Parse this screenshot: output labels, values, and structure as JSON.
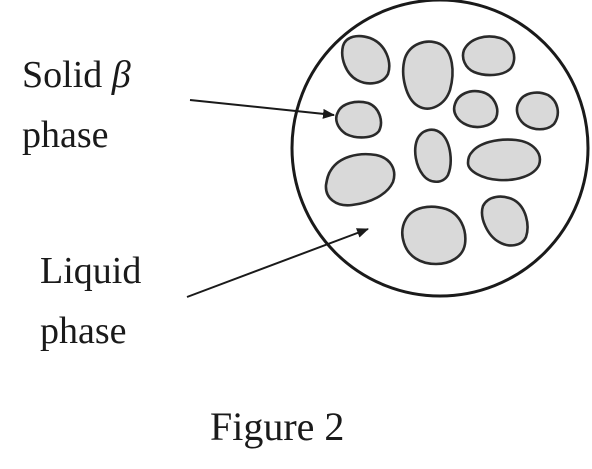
{
  "labels": {
    "solid_line1": "Solid ",
    "solid_symbol": "β",
    "solid_line2": "phase",
    "liquid_line1": "Liquid",
    "liquid_line2": "phase"
  },
  "caption": "Figure 2",
  "colors": {
    "grain_fill": "#d9d9d9",
    "outline": "#2a2a2a",
    "background": "#ffffff"
  }
}
